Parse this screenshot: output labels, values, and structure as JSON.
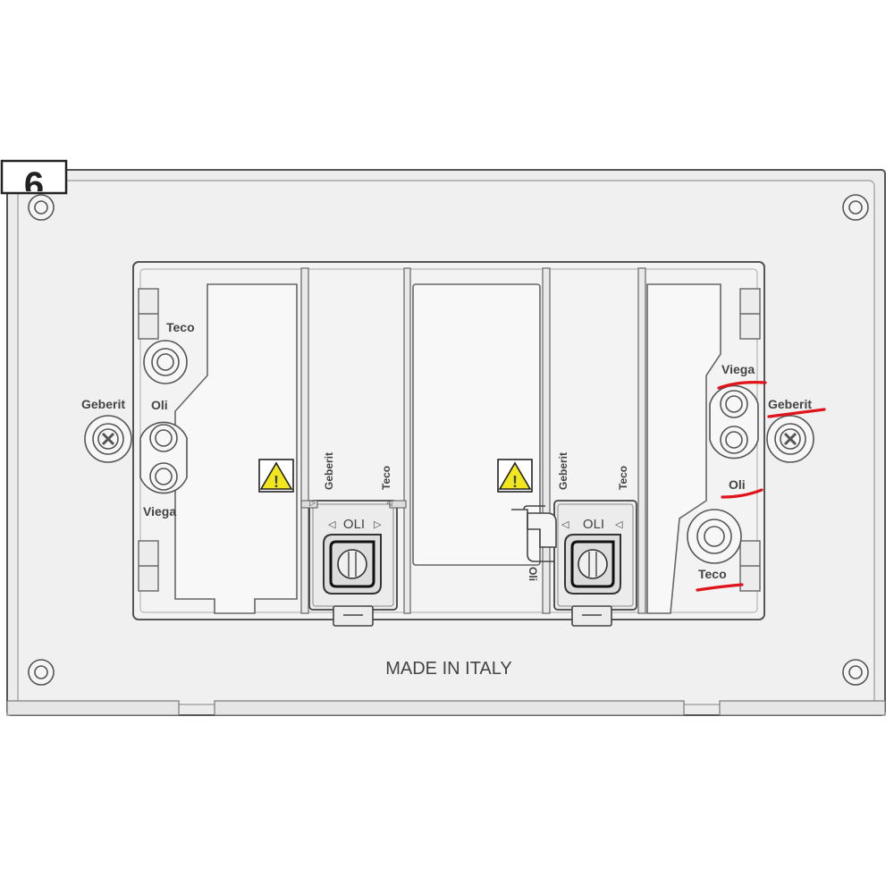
{
  "diagram": {
    "step_number": "6",
    "made_in": "MADE IN ITALY",
    "left": {
      "teco": "Teco",
      "geberit": "Geberit",
      "oli": "Oli",
      "viega": "Viega"
    },
    "right": {
      "viega": "Viega",
      "geberit": "Geberit",
      "oli": "Oli",
      "teco": "Teco"
    },
    "module_left": {
      "geberit": "Geberit",
      "teco": "Teco",
      "oli": "OLI"
    },
    "module_right": {
      "geberit": "Geberit",
      "teco": "Teco",
      "oli": "OLI",
      "oli_side": "Oli"
    },
    "warning_glyph": "!",
    "annotation_color": "#e0141b",
    "warning_color": "#f2e61c"
  }
}
